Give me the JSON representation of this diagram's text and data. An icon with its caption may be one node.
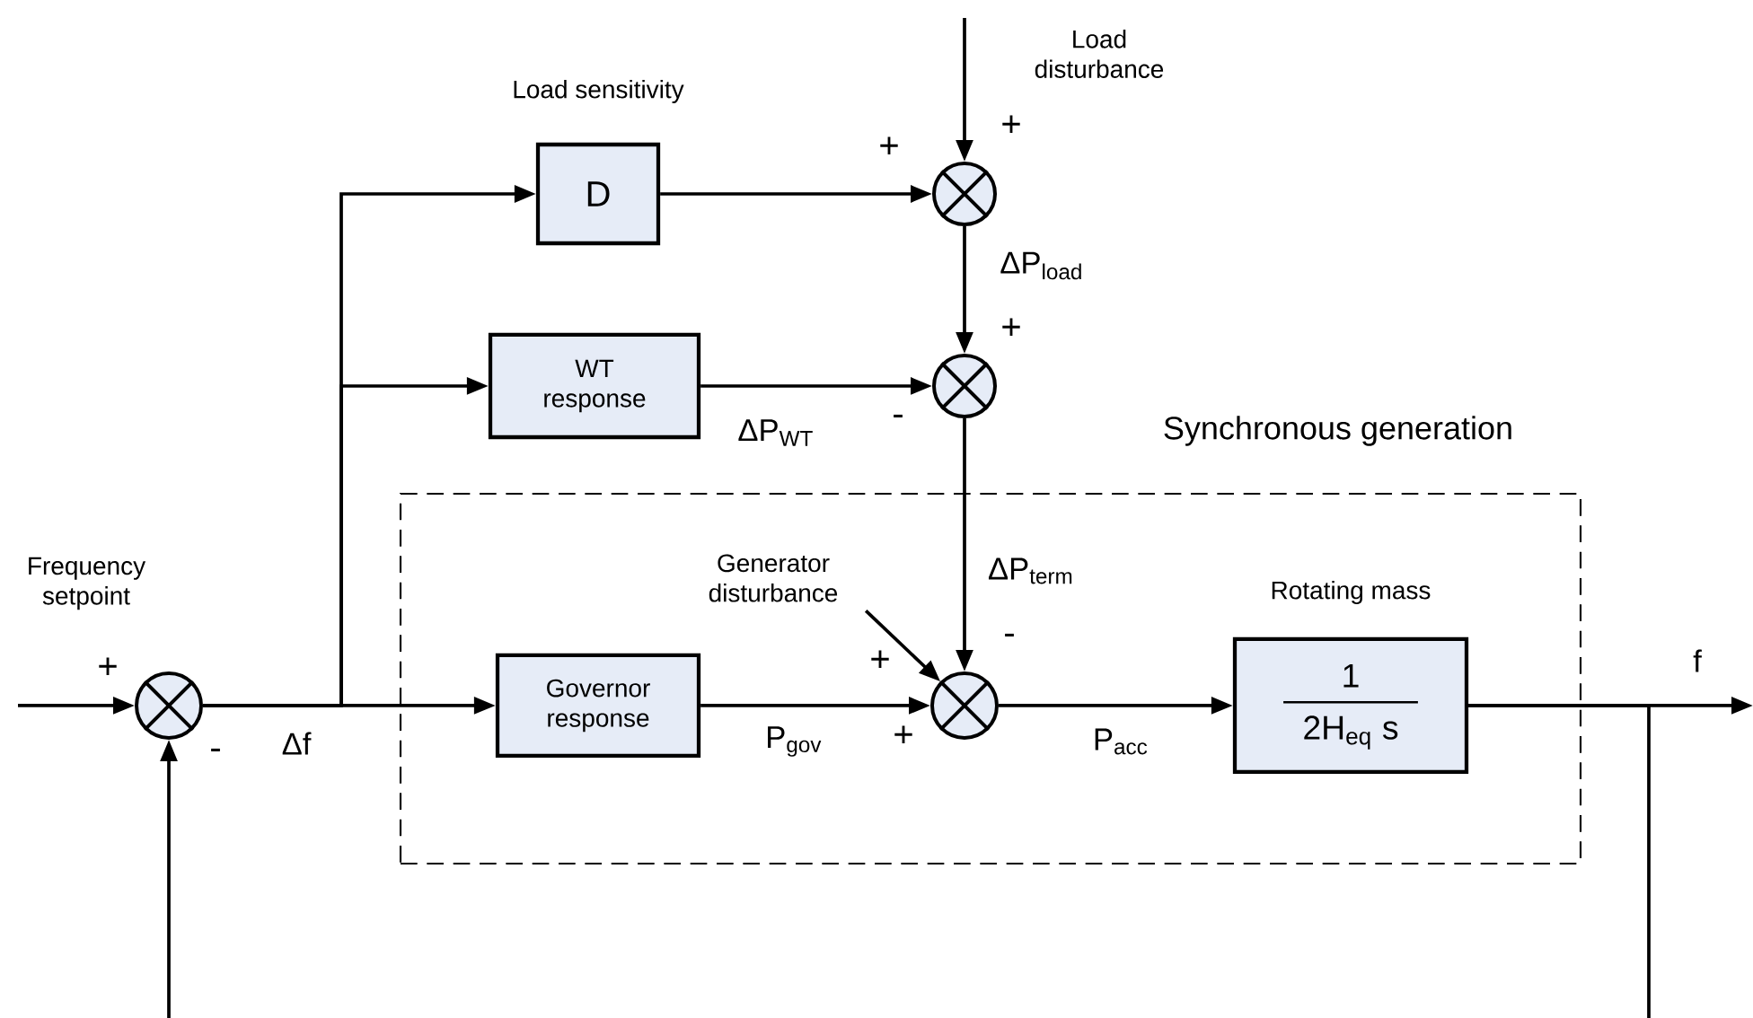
{
  "diagram": {
    "nodes": [
      {
        "text": [],
        "shape": "circle"
      },
      {
        "text": [
          "Load sensitivity",
          "D"
        ]
      },
      {
        "text": [
          "WT response"
        ]
      },
      {
        "text": [],
        "shape": "circle"
      },
      {
        "text": [],
        "shape": "circle"
      },
      {
        "text": [
          "Synchronous generation"
        ]
      },
      {
        "text": [
          "Generator disturbance"
        ],
        "in": 5
      },
      {
        "text": [
          "Governor response"
        ],
        "in": 5
      },
      {
        "text": [],
        "shape": "circle",
        "in": 5
      },
      {
        "text": [
          "Rotating mass",
          "1",
          "2H$_{eq}$ s"
        ],
        "in": 5
      }
    ],
    "edges": [
      {
        "from": null,
        "to": 3,
        "arrow": "to"
      },
      {
        "from": 1,
        "to": 3,
        "arrow": "to"
      },
      {
        "from": 3,
        "to": 4,
        "arrow": "to",
        "label": "ΔP$_{load}$"
      },
      {
        "from": 2,
        "to": 4,
        "arrow": "to",
        "label": "ΔP$_{WT}$"
      },
      {
        "from": 4,
        "to": 8,
        "arrow": "to",
        "label": "ΔP$_{term}$"
      },
      {
        "from": 0,
        "to": 1,
        "arrow": "to"
      },
      {
        "from": 0,
        "to": 2,
        "arrow": "to"
      },
      {
        "from": 0,
        "to": 7,
        "arrow": "to",
        "label": "Δf"
      },
      {
        "from": 6,
        "to": 8,
        "arrow": "to"
      },
      {
        "from": 7,
        "to": 8,
        "arrow": "to",
        "label": "P$_{gov}$"
      },
      {
        "from": 8,
        "to": 9,
        "arrow": "to",
        "label": "P$_{acc}$"
      },
      {
        "from": 9,
        "to": null,
        "arrow": "to",
        "label": "f"
      },
      {
        "from": 9,
        "to": null,
        "arrow": "none"
      },
      {
        "from": null,
        "to": 0,
        "arrow": "to"
      },
      {
        "from": null,
        "to": 0,
        "arrow": "to"
      }
    ],
    "labels": [
      "Frequency setpoint",
      "+",
      "-",
      "Load disturbance",
      "+",
      "+",
      "+",
      "-",
      "+",
      "-",
      "+"
    ]
  }
}
